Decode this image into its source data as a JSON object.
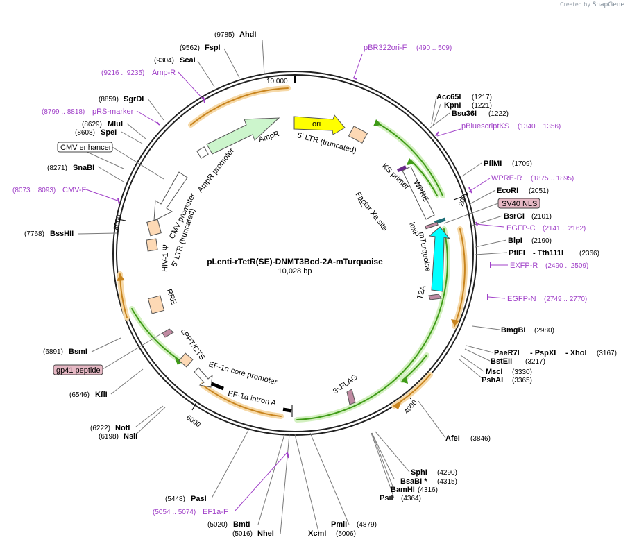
{
  "credit": {
    "prefix": "Created by",
    "brand": "SnapGene"
  },
  "plasmid": {
    "name": "pLenti-rTetR(SE)-DNMT3Bcd-2A-mTurquoise",
    "length": "10,028 bp"
  },
  "ticks": [
    "10,000",
    "2000",
    "4000",
    "6000",
    "8000"
  ],
  "enzymes": [
    {
      "name": "AhdI",
      "pos": "(9785)"
    },
    {
      "name": "FspI",
      "pos": "(9562)"
    },
    {
      "name": "ScaI",
      "pos": "(9304)"
    },
    {
      "name": "SgrDI",
      "pos": "(8859)"
    },
    {
      "name": "MluI",
      "pos": "(8629)"
    },
    {
      "name": "SpeI",
      "pos": "(8608)"
    },
    {
      "name": "SnaBI",
      "pos": "(8271)"
    },
    {
      "name": "BssHII",
      "pos": "(7768)"
    },
    {
      "name": "BsmI",
      "pos": "(6891)"
    },
    {
      "name": "KflI",
      "pos": "(6546)"
    },
    {
      "name": "NotI",
      "pos": "(6222)"
    },
    {
      "name": "NsiI",
      "pos": "(6198)"
    },
    {
      "name": "PasI",
      "pos": "(5448)"
    },
    {
      "name": "BmtI",
      "pos": "(5020)"
    },
    {
      "name": "NheI",
      "pos": "(5016)"
    },
    {
      "name": "XcmI",
      "pos": "(5006)"
    },
    {
      "name": "PmlI",
      "pos": "(4879)"
    },
    {
      "name": "PsiI",
      "pos": "(4364)"
    },
    {
      "name": "BamHI",
      "pos": "(4316)"
    },
    {
      "name": "BsaBI *",
      "pos": "(4315)"
    },
    {
      "name": "SphI",
      "pos": "(4290)"
    },
    {
      "name": "AfeI",
      "pos": "(3846)"
    },
    {
      "name": "PshAI",
      "pos": "(3365)"
    },
    {
      "name": "MscI",
      "pos": "(3330)"
    },
    {
      "name": "BstEII",
      "pos": "(3217)"
    },
    {
      "name": "PaeR7I",
      "pos": ""
    },
    {
      "name": "- PspXI",
      "pos": ""
    },
    {
      "name": "- XhoI",
      "pos": "(3167)"
    },
    {
      "name": "BmgBI",
      "pos": "(2980)"
    },
    {
      "name": "PflFI",
      "pos": ""
    },
    {
      "name": "- Tth111I",
      "pos": "(2366)"
    },
    {
      "name": "BlpI",
      "pos": "(2190)"
    },
    {
      "name": "BsrGI",
      "pos": "(2101)"
    },
    {
      "name": "EcoRI",
      "pos": "(2051)"
    },
    {
      "name": "PflMI",
      "pos": "(1709)"
    },
    {
      "name": "Bsu36I",
      "pos": "(1222)"
    },
    {
      "name": "KpnI",
      "pos": "(1221)"
    },
    {
      "name": "Acc65I",
      "pos": "(1217)"
    }
  ],
  "primers": [
    {
      "name": "pBR322ori-F",
      "pos": "(490 .. 509)"
    },
    {
      "name": "pBluescriptKS",
      "pos": "(1340 .. 1356)"
    },
    {
      "name": "WPRE-R",
      "pos": "(1875 .. 1895)"
    },
    {
      "name": "EGFP-C",
      "pos": "(2141 .. 2162)"
    },
    {
      "name": "EXFP-R",
      "pos": "(2490 .. 2509)"
    },
    {
      "name": "EGFP-N",
      "pos": "(2749 .. 2770)"
    },
    {
      "name": "EF1a-F",
      "pos": "(5054 .. 5074)"
    },
    {
      "name": "CMV-F",
      "pos": "(8073 .. 8093)"
    },
    {
      "name": "pRS-marker",
      "pos": "(8799 .. 8818)"
    },
    {
      "name": "Amp-R",
      "pos": "(9216 .. 9235)"
    }
  ],
  "boxed_labels": {
    "sv40_nls": "SV40 NLS",
    "cmv_enhancer": "CMV enhancer",
    "gp41_peptide": "gp41 peptide"
  },
  "features": {
    "ori": "ori",
    "ampr": "AmpR",
    "ampr_promoter": "AmpR promoter",
    "ltr5": "5' LTR (truncated)",
    "ks_primer": "KS primer",
    "wpre": "WPRE",
    "factor_xa": "Factor Xa site",
    "loxp": "loxP",
    "mturquoise": "mTurquoise",
    "t2a": "T2A",
    "flag": "3xFLAG",
    "ef1a_intron": "EF-1α intron A",
    "ef1a_core": "EF-1α core promoter",
    "cppt": "cPPT/CTS",
    "rre": "RRE",
    "hiv_psi": "HIV-1 Ψ",
    "ltr5b": "5' LTR (truncated)",
    "cmv_promoter": "CMV promoter"
  },
  "colors": {
    "ori": "#ffff00",
    "ampr": "#ccf5cc",
    "mturquoise": "#00ffff",
    "orf_arc": "#f0b450",
    "orf_arc_green": "#55bb22",
    "feature_box": "#fdd9b5",
    "primer": "#a040c8",
    "nls_fill": "#e6b8c4",
    "tag_fill": "#c08aa2",
    "loxp": "#1f6f78"
  }
}
